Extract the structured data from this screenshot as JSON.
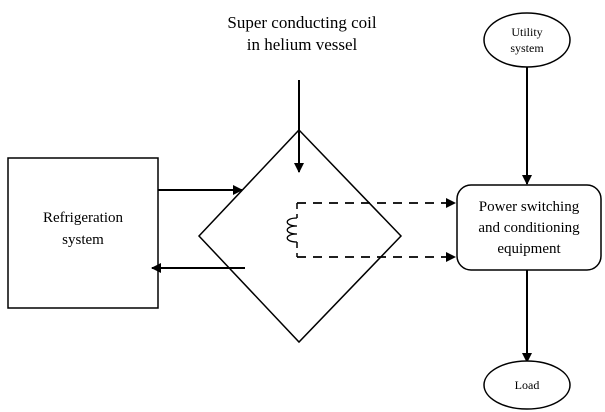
{
  "colors": {
    "stroke": "#000000",
    "background": "#ffffff"
  },
  "title_label": {
    "line1": "Super conducting coil",
    "line2": "in helium vessel"
  },
  "refrigeration_box": {
    "line1": "Refrigeration",
    "line2": "system"
  },
  "utility_ellipse": {
    "line1": "Utility",
    "line2": "system"
  },
  "power_box": {
    "line1": "Power switching",
    "line2": "and conditioning",
    "line3": "equipment"
  },
  "load_ellipse": {
    "label": "Load"
  },
  "coil": {
    "icon": "inductor-coil-icon"
  }
}
